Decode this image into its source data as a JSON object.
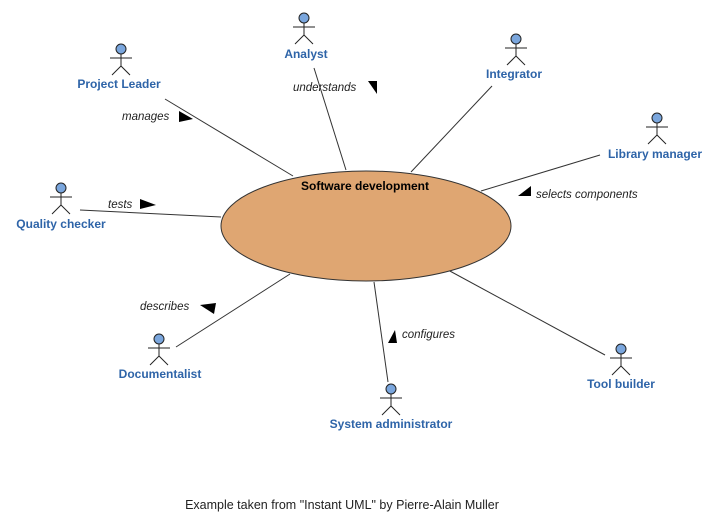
{
  "colors": {
    "usecase_fill": "#dfa672",
    "usecase_stroke": "#333333",
    "actor_head": "#7aa6dd",
    "actor_label": "#2e64a8",
    "arrow": "#000000"
  },
  "usecase": {
    "label": "Software development"
  },
  "actors": [
    {
      "id": "project-leader",
      "label": "Project Leader"
    },
    {
      "id": "analyst",
      "label": "Analyst"
    },
    {
      "id": "integrator",
      "label": "Integrator"
    },
    {
      "id": "library-manager",
      "label": "Library manager"
    },
    {
      "id": "quality-checker",
      "label": "Quality checker"
    },
    {
      "id": "documentalist",
      "label": "Documentalist"
    },
    {
      "id": "system-administrator",
      "label": "System administrator"
    },
    {
      "id": "tool-builder",
      "label": "Tool builder"
    }
  ],
  "associations": [
    {
      "id": "manages",
      "label": "manages"
    },
    {
      "id": "understands",
      "label": "understands"
    },
    {
      "id": "selects-components",
      "label": "selects components"
    },
    {
      "id": "tests",
      "label": "tests"
    },
    {
      "id": "describes",
      "label": "describes"
    },
    {
      "id": "configures",
      "label": "configures"
    }
  ],
  "caption": "Example taken from \"Instant UML\" by Pierre-Alain Muller"
}
